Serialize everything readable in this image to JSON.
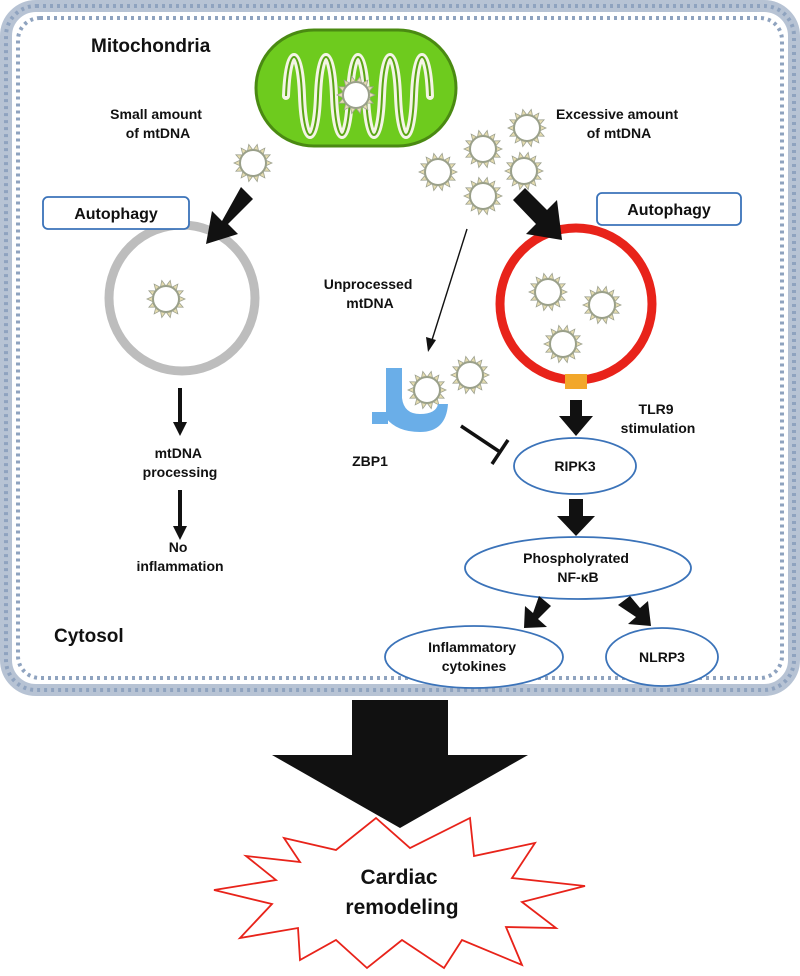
{
  "labels": {
    "mitochondria": "Mitochondria",
    "cytosol": "Cytosol",
    "small_amount": [
      "Small amount",
      "of mtDNA"
    ],
    "excessive_amount": [
      "Excessive amount",
      "of mtDNA"
    ],
    "autophagy_left": "Autophagy",
    "autophagy_right": "Autophagy",
    "unprocessed": [
      "Unprocessed",
      "mtDNA"
    ],
    "mtdna_processing": [
      "mtDNA",
      "processing"
    ],
    "no_inflammation": [
      "No",
      "inflammation"
    ],
    "zbp1": "ZBP1",
    "tlr9": [
      "TLR9",
      "stimulation"
    ],
    "ripk3": "RIPK3",
    "nfkb": [
      "Phospholyrated",
      "NF-κB"
    ],
    "cytokines": [
      "Inflammatory",
      "cytokines"
    ],
    "nlrp3": "NLRP3",
    "cardiac": [
      "Cardiac",
      "remodeling"
    ]
  },
  "colors": {
    "membrane": "#8fa3bf",
    "mitochondria_fill": "#6ecb1e",
    "mitochondria_border": "#4a8a12",
    "autophagosome_gray": "#bdbdbd",
    "autophagosome_red": "#e8231a",
    "tlr9_receptor": "#f2a72a",
    "zbp1_receptor": "#6aaee8",
    "box_border": "#3b73b9",
    "star_border": "#e8231a",
    "arrow": "#111111"
  }
}
